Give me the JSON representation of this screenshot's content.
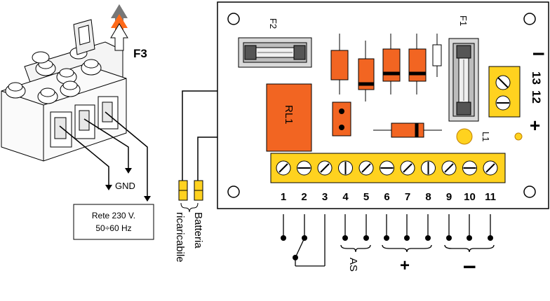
{
  "labels": {
    "f3": "F3",
    "f2": "F2",
    "f1": "F1",
    "rl1": "RL1",
    "l1": "L1",
    "plus": "+",
    "minus": "I",
    "gnd": "GND",
    "rete_line1": "Rete 230 V.",
    "rete_line2": "50÷60 Hz",
    "batteria": "Batteria",
    "ricaricabile": "ricaricabile",
    "as": "AS",
    "group_plus": "+",
    "group_minus": "I",
    "t13": "13",
    "t12": "12",
    "t13_sign": "I",
    "t12_sign": "+"
  },
  "terminals": [
    "1",
    "2",
    "3",
    "4",
    "5",
    "6",
    "7",
    "8",
    "9",
    "10",
    "11"
  ],
  "colors": {
    "component_orange": "#f26522",
    "terminal_yellow": "#ffd21f",
    "arrow_gray": "#777777",
    "arrow_orange": "#ff6a1a",
    "fuse_gray": "#bdbdbd",
    "line": "#000000"
  }
}
